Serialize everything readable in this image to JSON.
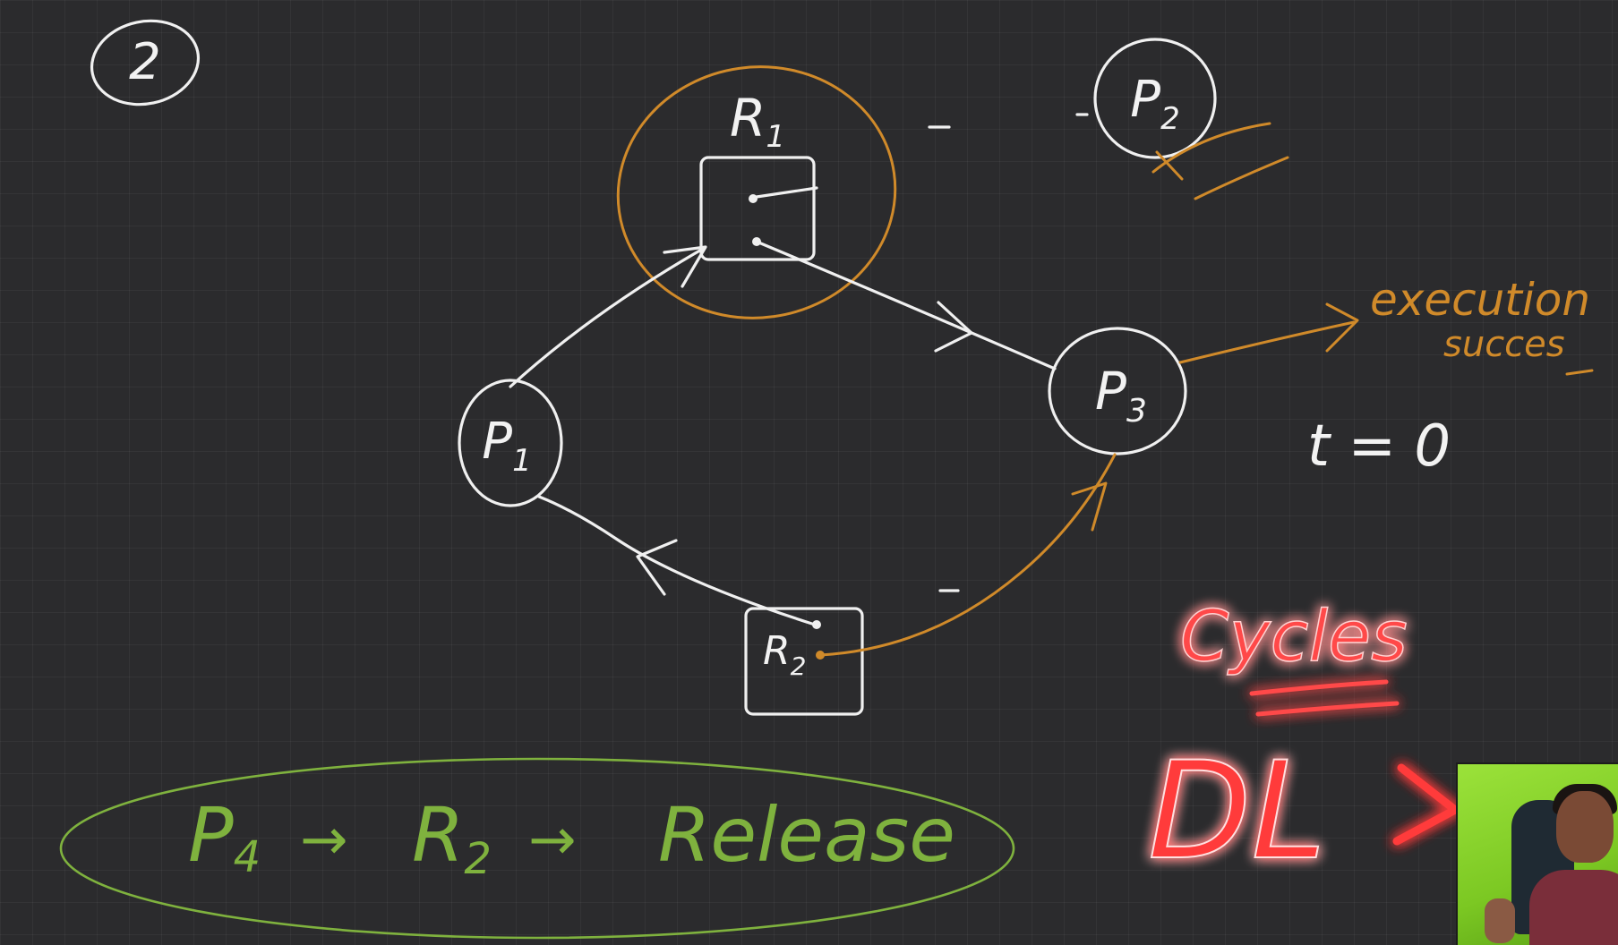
{
  "page": {
    "corner_number": "2"
  },
  "colors": {
    "board": "#2b2b2d",
    "chalk": "#f0f0f0",
    "orange": "#d08a2a",
    "green": "#7fb23e",
    "red": "#ff3b3b"
  },
  "graph": {
    "resources": {
      "r1": "R1",
      "r2": "R2"
    },
    "processes": {
      "p1": "P1",
      "p2": "P2",
      "p3": "P3"
    }
  },
  "annotations": {
    "execution_line1": "execution",
    "execution_line2": "succes",
    "time_label": "t = 0",
    "dash": "-"
  },
  "footer": {
    "release_p": "P",
    "release_p_sub": "4",
    "release_r": "R",
    "release_r_sub": "2",
    "release_word": "Release"
  },
  "callouts": {
    "cycles": "Cycles",
    "deadlock": "DL"
  },
  "webcam": {
    "icon": "presenter-webcam"
  }
}
